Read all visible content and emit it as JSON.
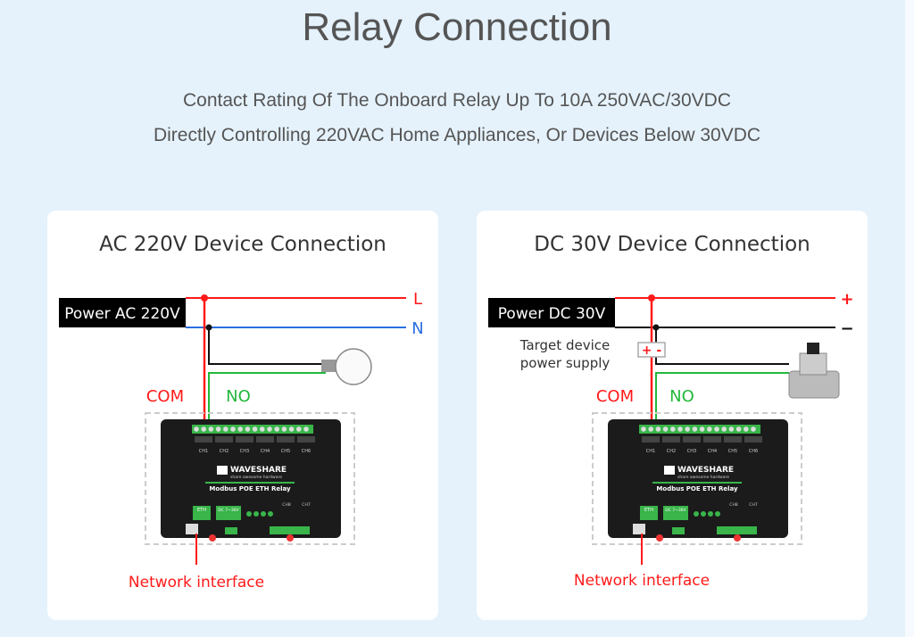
{
  "title": "Relay Connection",
  "subtitle_lines": [
    "Contact Rating Of The Onboard Relay Up To 10A 250VAC/30VDC",
    "Directly Controlling 220VAC Home Appliances, Or Devices Below 30VDC"
  ],
  "panels": [
    {
      "title": "AC 220V Device Connection",
      "power_label": "Power AC 220V",
      "line1": "L",
      "line2": "N",
      "com": "COM",
      "no": "NO",
      "network": "Network interface",
      "load": "light-bulb-icon",
      "colors": {
        "line1": "#ff1a1a",
        "line2": "#2a6fe0"
      }
    },
    {
      "title": "DC 30V Device Connection",
      "power_label": "Power DC 30V",
      "line1": "+",
      "line2": "−",
      "com": "COM",
      "no": "NO",
      "network": "Network interface",
      "target_supply": [
        "Target device",
        "power supply"
      ],
      "polarity": "+ -",
      "load": "solenoid-valve-icon",
      "colors": {
        "line1": "#ff1a1a",
        "line2": "#111111"
      }
    }
  ],
  "device": {
    "brand": "WAVESHARE",
    "tagline": "share awesome hardware",
    "model": "Modbus POE ETH Relay",
    "eth": "ETH",
    "dc": "DC 7~36V",
    "channels": [
      "CH1",
      "CH2",
      "CH3",
      "CH4",
      "CH5",
      "CH6",
      "CH8",
      "CH7"
    ]
  }
}
